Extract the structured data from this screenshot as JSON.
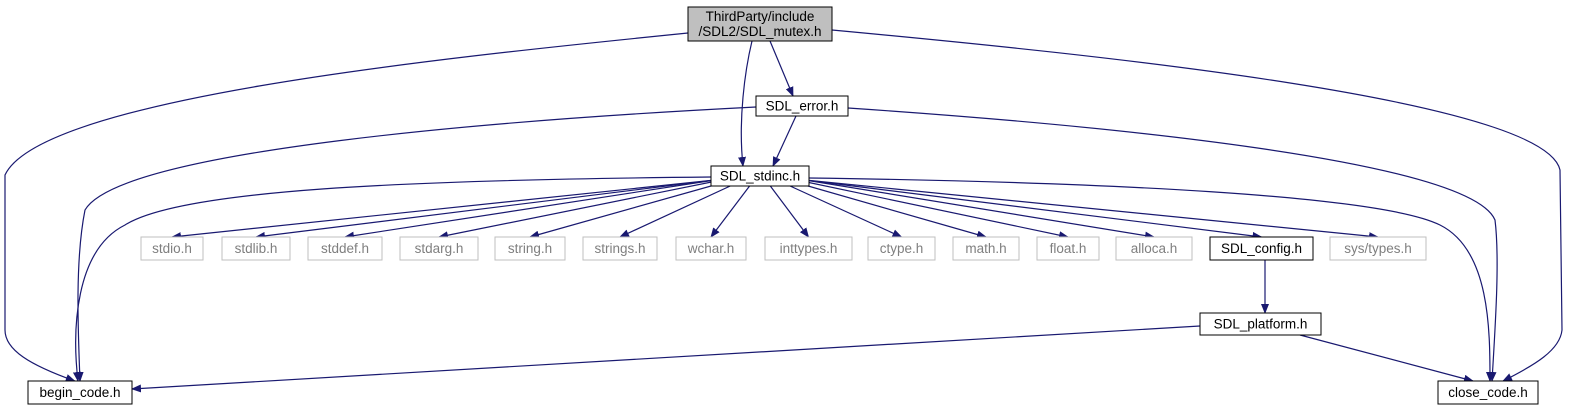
{
  "colors": {
    "edge": "#191970",
    "root_fill": "#bfbfbf",
    "node_border": "#000000",
    "external_border": "#bfbfbf",
    "external_text": "#7f7f7f",
    "node_fill": "#ffffff"
  },
  "nodes": [
    {
      "id": "root",
      "lines": [
        "ThirdParty/include",
        "/SDL2/SDL_mutex.h"
      ],
      "kind": "root"
    },
    {
      "id": "error",
      "lines": [
        "SDL_error.h"
      ],
      "kind": "local"
    },
    {
      "id": "stdinc",
      "lines": [
        "SDL_stdinc.h"
      ],
      "kind": "local"
    },
    {
      "id": "stdio",
      "lines": [
        "stdio.h"
      ],
      "kind": "external"
    },
    {
      "id": "stdlib",
      "lines": [
        "stdlib.h"
      ],
      "kind": "external"
    },
    {
      "id": "stddef",
      "lines": [
        "stddef.h"
      ],
      "kind": "external"
    },
    {
      "id": "stdarg",
      "lines": [
        "stdarg.h"
      ],
      "kind": "external"
    },
    {
      "id": "string",
      "lines": [
        "string.h"
      ],
      "kind": "external"
    },
    {
      "id": "strings",
      "lines": [
        "strings.h"
      ],
      "kind": "external"
    },
    {
      "id": "wchar",
      "lines": [
        "wchar.h"
      ],
      "kind": "external"
    },
    {
      "id": "inttypes",
      "lines": [
        "inttypes.h"
      ],
      "kind": "external"
    },
    {
      "id": "ctype",
      "lines": [
        "ctype.h"
      ],
      "kind": "external"
    },
    {
      "id": "math",
      "lines": [
        "math.h"
      ],
      "kind": "external"
    },
    {
      "id": "float",
      "lines": [
        "float.h"
      ],
      "kind": "external"
    },
    {
      "id": "alloca",
      "lines": [
        "alloca.h"
      ],
      "kind": "external"
    },
    {
      "id": "config",
      "lines": [
        "SDL_config.h"
      ],
      "kind": "local"
    },
    {
      "id": "systypes",
      "lines": [
        "sys/types.h"
      ],
      "kind": "external"
    },
    {
      "id": "platform",
      "lines": [
        "SDL_platform.h"
      ],
      "kind": "local"
    },
    {
      "id": "begin",
      "lines": [
        "begin_code.h"
      ],
      "kind": "local"
    },
    {
      "id": "close",
      "lines": [
        "close_code.h"
      ],
      "kind": "local"
    }
  ],
  "edges": [
    {
      "from": "root",
      "to": "begin"
    },
    {
      "from": "root",
      "to": "error"
    },
    {
      "from": "root",
      "to": "stdinc"
    },
    {
      "from": "root",
      "to": "close"
    },
    {
      "from": "error",
      "to": "begin"
    },
    {
      "from": "error",
      "to": "stdinc"
    },
    {
      "from": "error",
      "to": "close"
    },
    {
      "from": "stdinc",
      "to": "begin"
    },
    {
      "from": "stdinc",
      "to": "stdio"
    },
    {
      "from": "stdinc",
      "to": "stdlib"
    },
    {
      "from": "stdinc",
      "to": "stddef"
    },
    {
      "from": "stdinc",
      "to": "stdarg"
    },
    {
      "from": "stdinc",
      "to": "string"
    },
    {
      "from": "stdinc",
      "to": "strings"
    },
    {
      "from": "stdinc",
      "to": "wchar"
    },
    {
      "from": "stdinc",
      "to": "inttypes"
    },
    {
      "from": "stdinc",
      "to": "ctype"
    },
    {
      "from": "stdinc",
      "to": "math"
    },
    {
      "from": "stdinc",
      "to": "float"
    },
    {
      "from": "stdinc",
      "to": "alloca"
    },
    {
      "from": "stdinc",
      "to": "config"
    },
    {
      "from": "stdinc",
      "to": "systypes"
    },
    {
      "from": "stdinc",
      "to": "close"
    },
    {
      "from": "config",
      "to": "platform"
    },
    {
      "from": "platform",
      "to": "begin"
    },
    {
      "from": "platform",
      "to": "close"
    }
  ]
}
